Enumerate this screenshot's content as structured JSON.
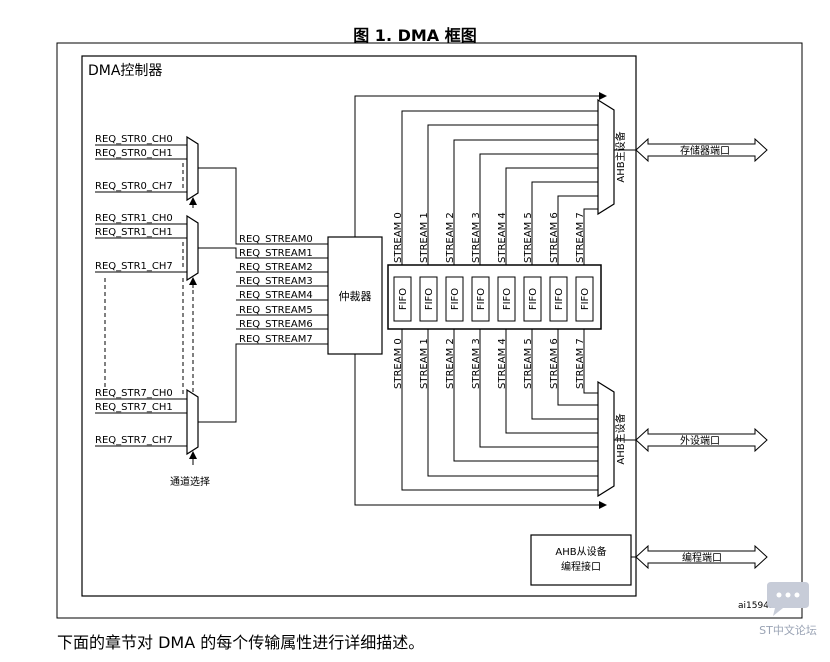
{
  "figure": {
    "title": "图 1.  DMA 框图",
    "caption": "下面的章节对 DMA 的每个传输属性进行详细描述。",
    "id_code": "ai15945"
  },
  "controller": {
    "label": "DMA控制器"
  },
  "request_inputs": {
    "str0": [
      "REQ_STR0_CH0",
      "REQ_STR0_CH1",
      "REQ_STR0_CH7"
    ],
    "str1": [
      "REQ_STR1_CH0",
      "REQ_STR1_CH1",
      "REQ_STR1_CH7"
    ],
    "str7": [
      "REQ_STR7_CH0",
      "REQ_STR7_CH1",
      "REQ_STR7_CH7"
    ],
    "channel_select_label": "通道选择"
  },
  "req_streams": [
    "REQ_STREAM0",
    "REQ_STREAM1",
    "REQ_STREAM2",
    "REQ_STREAM3",
    "REQ_STREAM4",
    "REQ_STREAM5",
    "REQ_STREAM6",
    "REQ_STREAM7"
  ],
  "arbiter": {
    "label": "仲裁器"
  },
  "streams": [
    "STREAM 0",
    "STREAM 1",
    "STREAM 2",
    "STREAM 3",
    "STREAM 4",
    "STREAM 5",
    "STREAM 6",
    "STREAM 7"
  ],
  "fifo_label": "FIFO",
  "ahb_master": "AHB主设备",
  "ports": {
    "memory": "存储器端口",
    "peripheral": "外设端口",
    "program": "编程端口"
  },
  "ahb_slave": {
    "line1": "AHB从设备",
    "line2": "编程接口"
  },
  "watermark": {
    "text": "ST中文论坛",
    "icon": "chat-bubble-icon"
  }
}
